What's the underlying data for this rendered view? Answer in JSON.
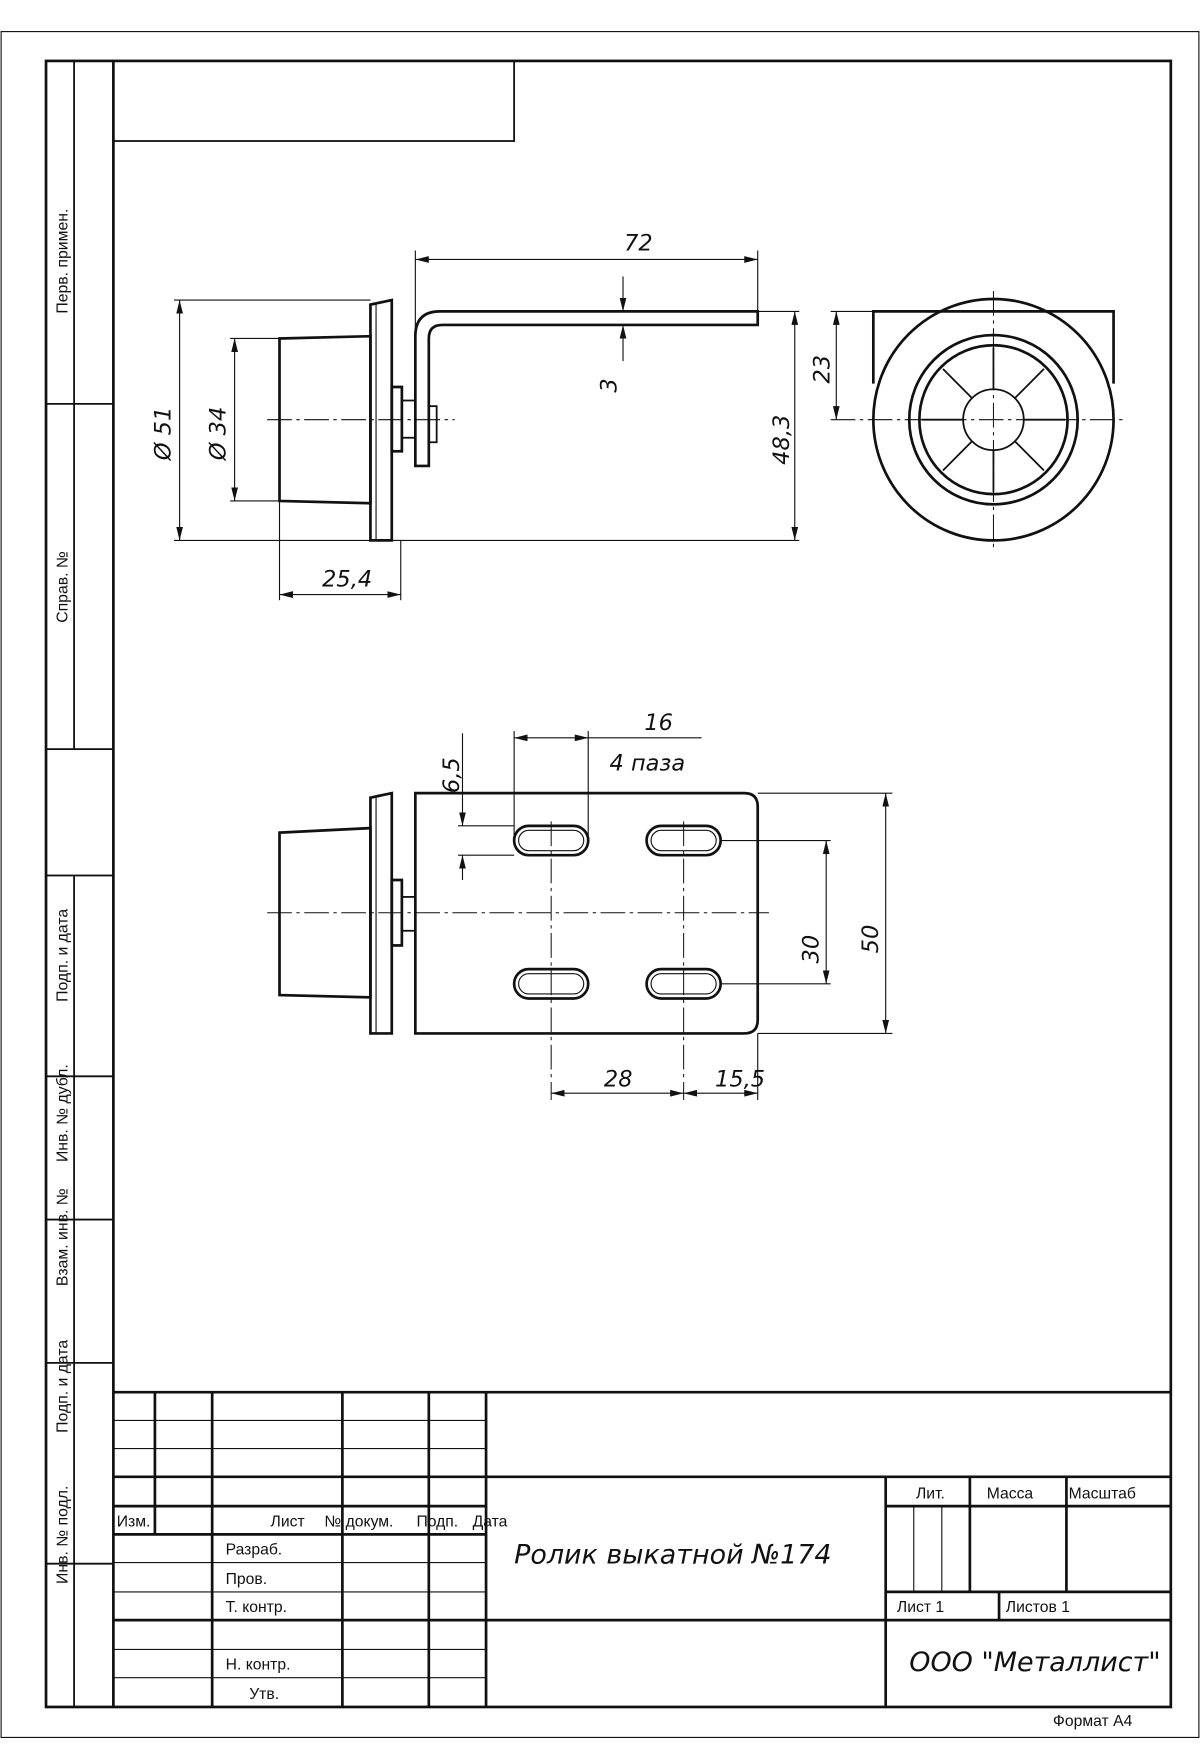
{
  "side_strip": {
    "perv_primen": "Перв. примен.",
    "sprav_no": "Справ. №",
    "podp_data_1": "Подп. и дата",
    "inv_dubl": "Инв. № дубл.",
    "vzam_inv": "Взам. инв. №",
    "podp_data_2": "Подп. и дата",
    "inv_podl": "Инв. № подл."
  },
  "dimensions": {
    "d51": "Ø 51",
    "d34": "Ø 34",
    "len72": "72",
    "thick3": "3",
    "h48_3": "48,3",
    "w25_4": "25,4",
    "h23": "23",
    "slot16": "16",
    "slot_note": "4 паза",
    "slot6_5": "6,5",
    "pitch30": "30",
    "height50": "50",
    "pitch28": "28",
    "edge15_5": "15,5"
  },
  "title_block": {
    "izm": "Изм.",
    "list": "Лист",
    "dokum": "№ докум.",
    "podp": "Подп.",
    "data": "Дата",
    "razrab": "Разраб.",
    "prov": "Пров.",
    "t_kontr": "Т. контр.",
    "n_kontr": "Н. контр.",
    "utv": "Утв.",
    "drawing_title": "Ролик выкатной №174",
    "lit": "Лит.",
    "massa": "Масса",
    "masshtab": "Масштаб",
    "sheet": "Лист 1",
    "sheets": "Листов 1",
    "company": "ООО \"Металлист\"",
    "format": "Формат А4"
  }
}
